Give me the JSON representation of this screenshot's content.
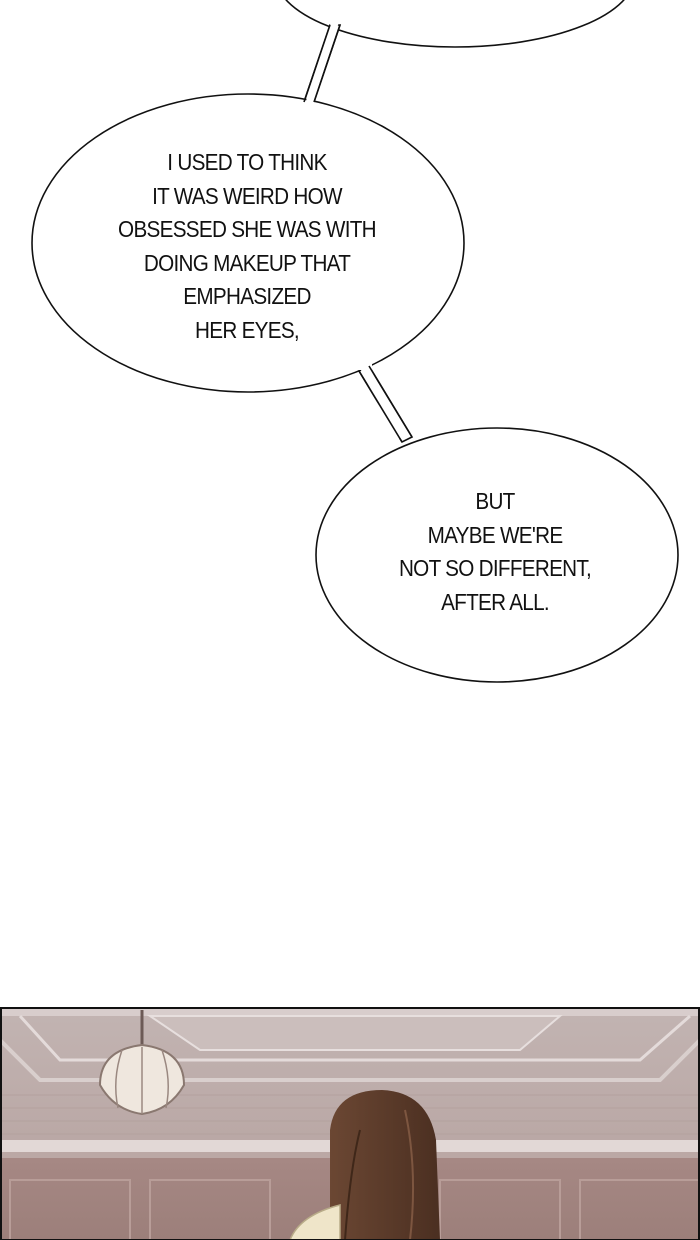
{
  "bubbles": [
    {
      "lines": [
        "I USED TO THINK",
        "IT WAS WEIRD HOW",
        "OBSESSED SHE WAS WITH",
        "DOING MAKEUP THAT",
        "EMPHASIZED",
        "HER EYES,"
      ]
    },
    {
      "lines": [
        "BUT",
        "MAYBE WE'RE",
        "NOT SO DIFFERENT,",
        "AFTER ALL."
      ]
    }
  ],
  "colors": {
    "background": "#ffffff",
    "bubble_outline": "#111111",
    "ceiling": "#c9bcba",
    "wall": "#a78984",
    "hair": "#5a3a28",
    "clothing": "#efe5c9"
  }
}
